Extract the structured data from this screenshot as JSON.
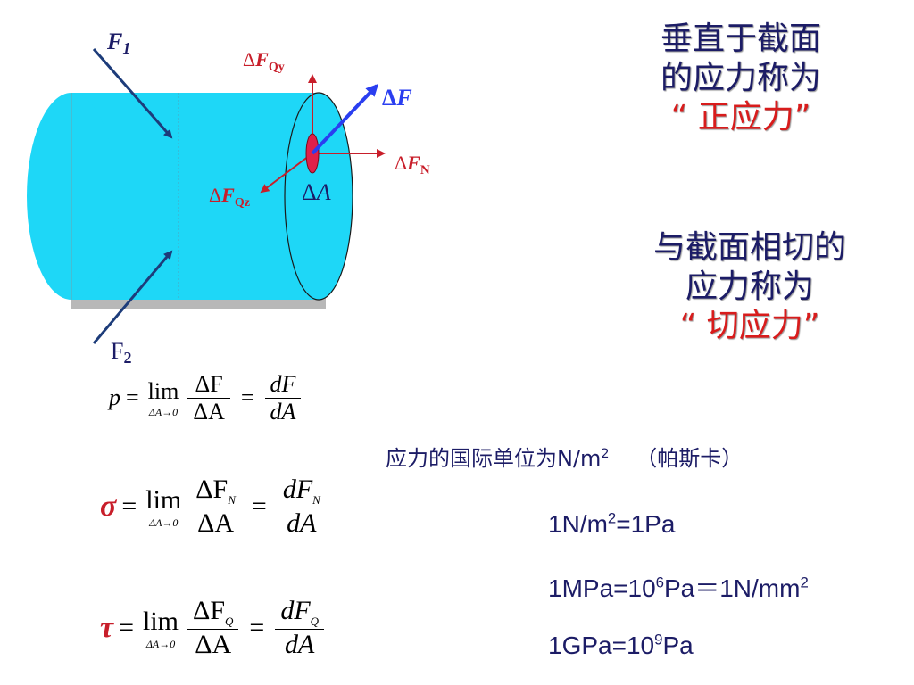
{
  "diagram": {
    "force1": {
      "base": "F",
      "sub": "1"
    },
    "force2": {
      "base": "F",
      "sub": "2"
    },
    "dFQy": {
      "delta": "Δ",
      "base": "F",
      "sub": "Qy"
    },
    "dF": {
      "delta": "Δ",
      "base": "F"
    },
    "dFN": {
      "delta": "Δ",
      "base": "F",
      "sub": "N"
    },
    "dFQz": {
      "delta": "Δ",
      "base": "F",
      "sub": "Qz"
    },
    "dA": {
      "delta": "Δ",
      "base": "A"
    },
    "colors": {
      "cylinder": "#1ed7f7",
      "arrow_dark": "#1d3c7a",
      "arrow_red": "#c81e2a",
      "arrow_blue": "#2a3ef0",
      "patch": "#e0204a"
    }
  },
  "text": {
    "normal_stress": {
      "line1": "垂直于截面",
      "line2": "的应力称为",
      "line3": "“ 正应力”"
    },
    "shear_stress": {
      "line1": "与截面相切的",
      "line2": "应力称为",
      "line3": "“ 切应力”"
    },
    "unit_line": "应力的国际单位为N/m",
    "unit_sup": "2",
    "unit_paren": "（帕斯卡）"
  },
  "formulas": {
    "p": {
      "lhs": "p",
      "eq": "=",
      "lim": "lim",
      "limsub": "ΔA→0",
      "num1": "ΔF",
      "den1": "ΔA",
      "num2": "dF",
      "den2": "dA"
    },
    "sigma": {
      "lhs": "σ",
      "eq": "=",
      "lim": "lim",
      "limsub": "ΔA→0",
      "num1": "ΔF",
      "num1sub": "N",
      "den1": "ΔA",
      "num2": "dF",
      "num2sub": "N",
      "den2": "dA"
    },
    "tau": {
      "lhs": "τ",
      "eq": "=",
      "lim": "lim",
      "limsub": "ΔA→0",
      "num1": "ΔF",
      "num1sub": "Q",
      "den1": "ΔA",
      "num2": "dF",
      "num2sub": "Q",
      "den2": "dA"
    }
  },
  "equations": {
    "eq1": {
      "a": "1N/m",
      "a_sup": "2",
      "b": "=1Pa"
    },
    "eq2": {
      "a": "1MPa=10",
      "a_sup": "6",
      "b": "Pa＝1N/mm",
      "b_sup": "2"
    },
    "eq3": {
      "a": "1GPa=10",
      "a_sup": "9",
      "b": "Pa"
    }
  }
}
